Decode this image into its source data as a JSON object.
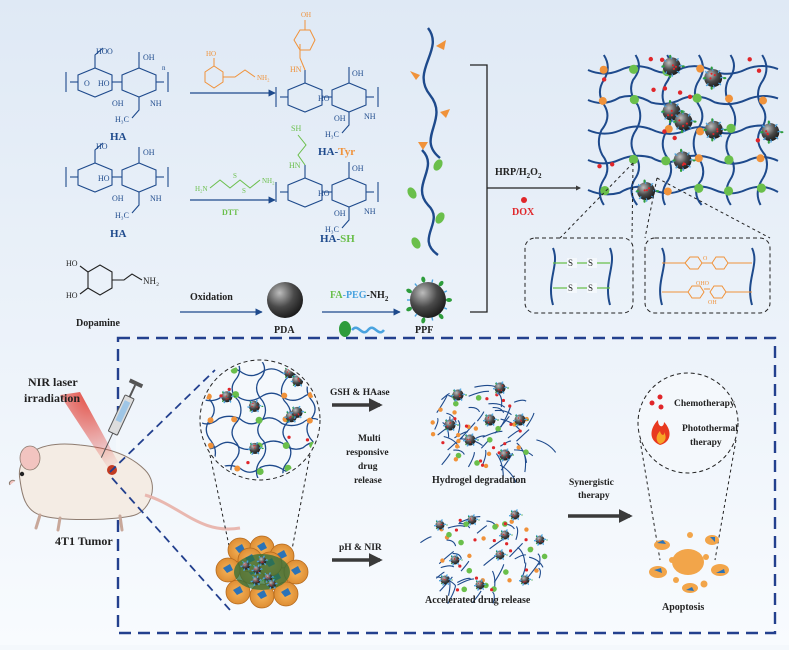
{
  "labels": {
    "ha_1": "HA",
    "ha_tyr_prefix": "HA-",
    "ha_tyr_suffix": "Tyr",
    "ha_2": "HA",
    "ha_sh_prefix": "HA-",
    "ha_sh_suffix": "SH",
    "dtt": "DTT",
    "dopamine": "Dopamine",
    "oxidation": "Oxidation",
    "pda": "PDA",
    "fa": "FA",
    "peg": "PEG",
    "nh2": "-NH",
    "nh2_sub": "2",
    "ppf": "PPF",
    "hrp": "HRP/H",
    "hrp_sub1": "2",
    "hrp_o": "O",
    "hrp_sub2": "2",
    "dox": "DOX",
    "nir_line1": "NIR laser",
    "nir_line2": "irradiation",
    "tumor": "4T1 Tumor",
    "gsh": "GSH & HAase",
    "multi_line1": "Multi",
    "multi_line2": "responsive",
    "multi_line3": "drug",
    "multi_line4": "release",
    "ph_nir": "pH & NIR",
    "degradation": "Hydrogel degradation",
    "accelerated": "Accelerated drug release",
    "synergistic_line1": "Synergistic",
    "synergistic_line2": "therapy",
    "chemo": "Chemotherapy",
    "photo_line1": "Photothermal",
    "photo_line2": "therapy",
    "apoptosis": "Apoptosis",
    "s_label": "S",
    "nh_label": "NH",
    "ho_label": "HO",
    "oh_label": "OH",
    "o_label": "O",
    "sh_label": "SH",
    "hn_label": "HN",
    "nh2_label": "NH",
    "h2n_label": "H",
    "h3c_label": "H",
    "oho_label": "OHO",
    "oh2_label": "OH"
  },
  "colors": {
    "ha_blue": "#1e4a8c",
    "tyr_orange": "#f0923a",
    "sh_green": "#6abf4b",
    "dox_red": "#e0262a",
    "peg_blue": "#4aa3df",
    "dash_blue": "#23408e",
    "arrow_dark": "#3a3a3a"
  },
  "icons": [
    "tyr-chain-icon",
    "sh-chain-icon",
    "pda-sphere-icon",
    "ppf-nanoparticle-icon",
    "peg-icon",
    "hydrogel-network-icon",
    "disulfide-crosslink-icon",
    "tyramine-crosslink-icon",
    "mouse-icon",
    "syringe-icon",
    "laser-beam-icon",
    "tumor-cells-icon",
    "flame-icon",
    "apoptosis-cells-icon"
  ]
}
